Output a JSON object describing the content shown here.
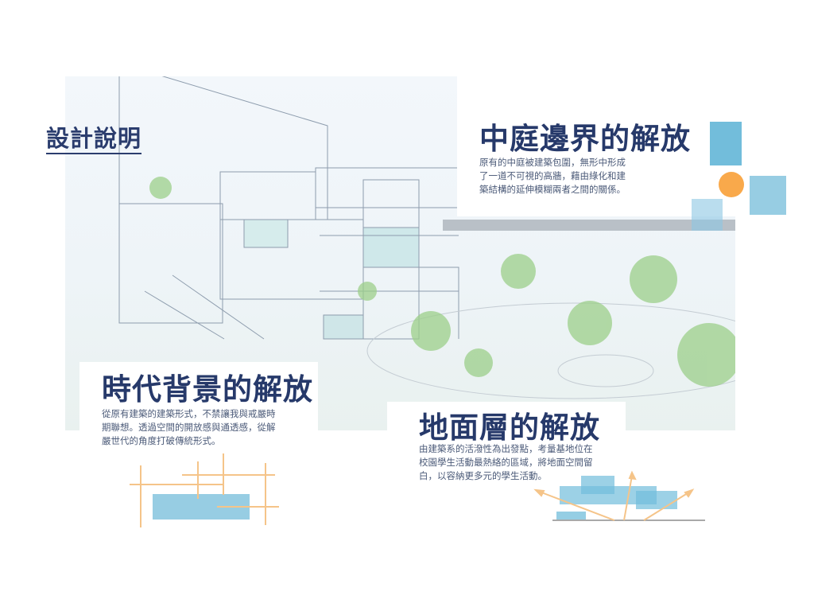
{
  "page_title": "設計說明",
  "sections": [
    {
      "title": "中庭邊界的解放",
      "lines": [
        "原有的中庭被建築包圍，無形中形成",
        "了一道不可視的高牆，藉由綠化和建",
        "築結構的延伸模糊兩者之間的關係。"
      ]
    },
    {
      "title": "時代背景的解放",
      "lines": [
        "從原有建築的建築形式，不禁讓我與戒嚴時",
        "期聯想。透過空間的開放感與通透感，從解",
        "嚴世代的角度打破傳統形式。"
      ]
    },
    {
      "title": "地面層的解放",
      "lines": [
        "由建築系的活潑性為出發點，考量基地位在",
        "校園學生活動最熱絡的區域，將地面空間留",
        "白，以容納更多元的學生活動。"
      ]
    }
  ],
  "colors": {
    "navy": "#26396a",
    "blue": "#72bddb",
    "light_blue": "#97cde3",
    "orange": "#f9a94b"
  }
}
